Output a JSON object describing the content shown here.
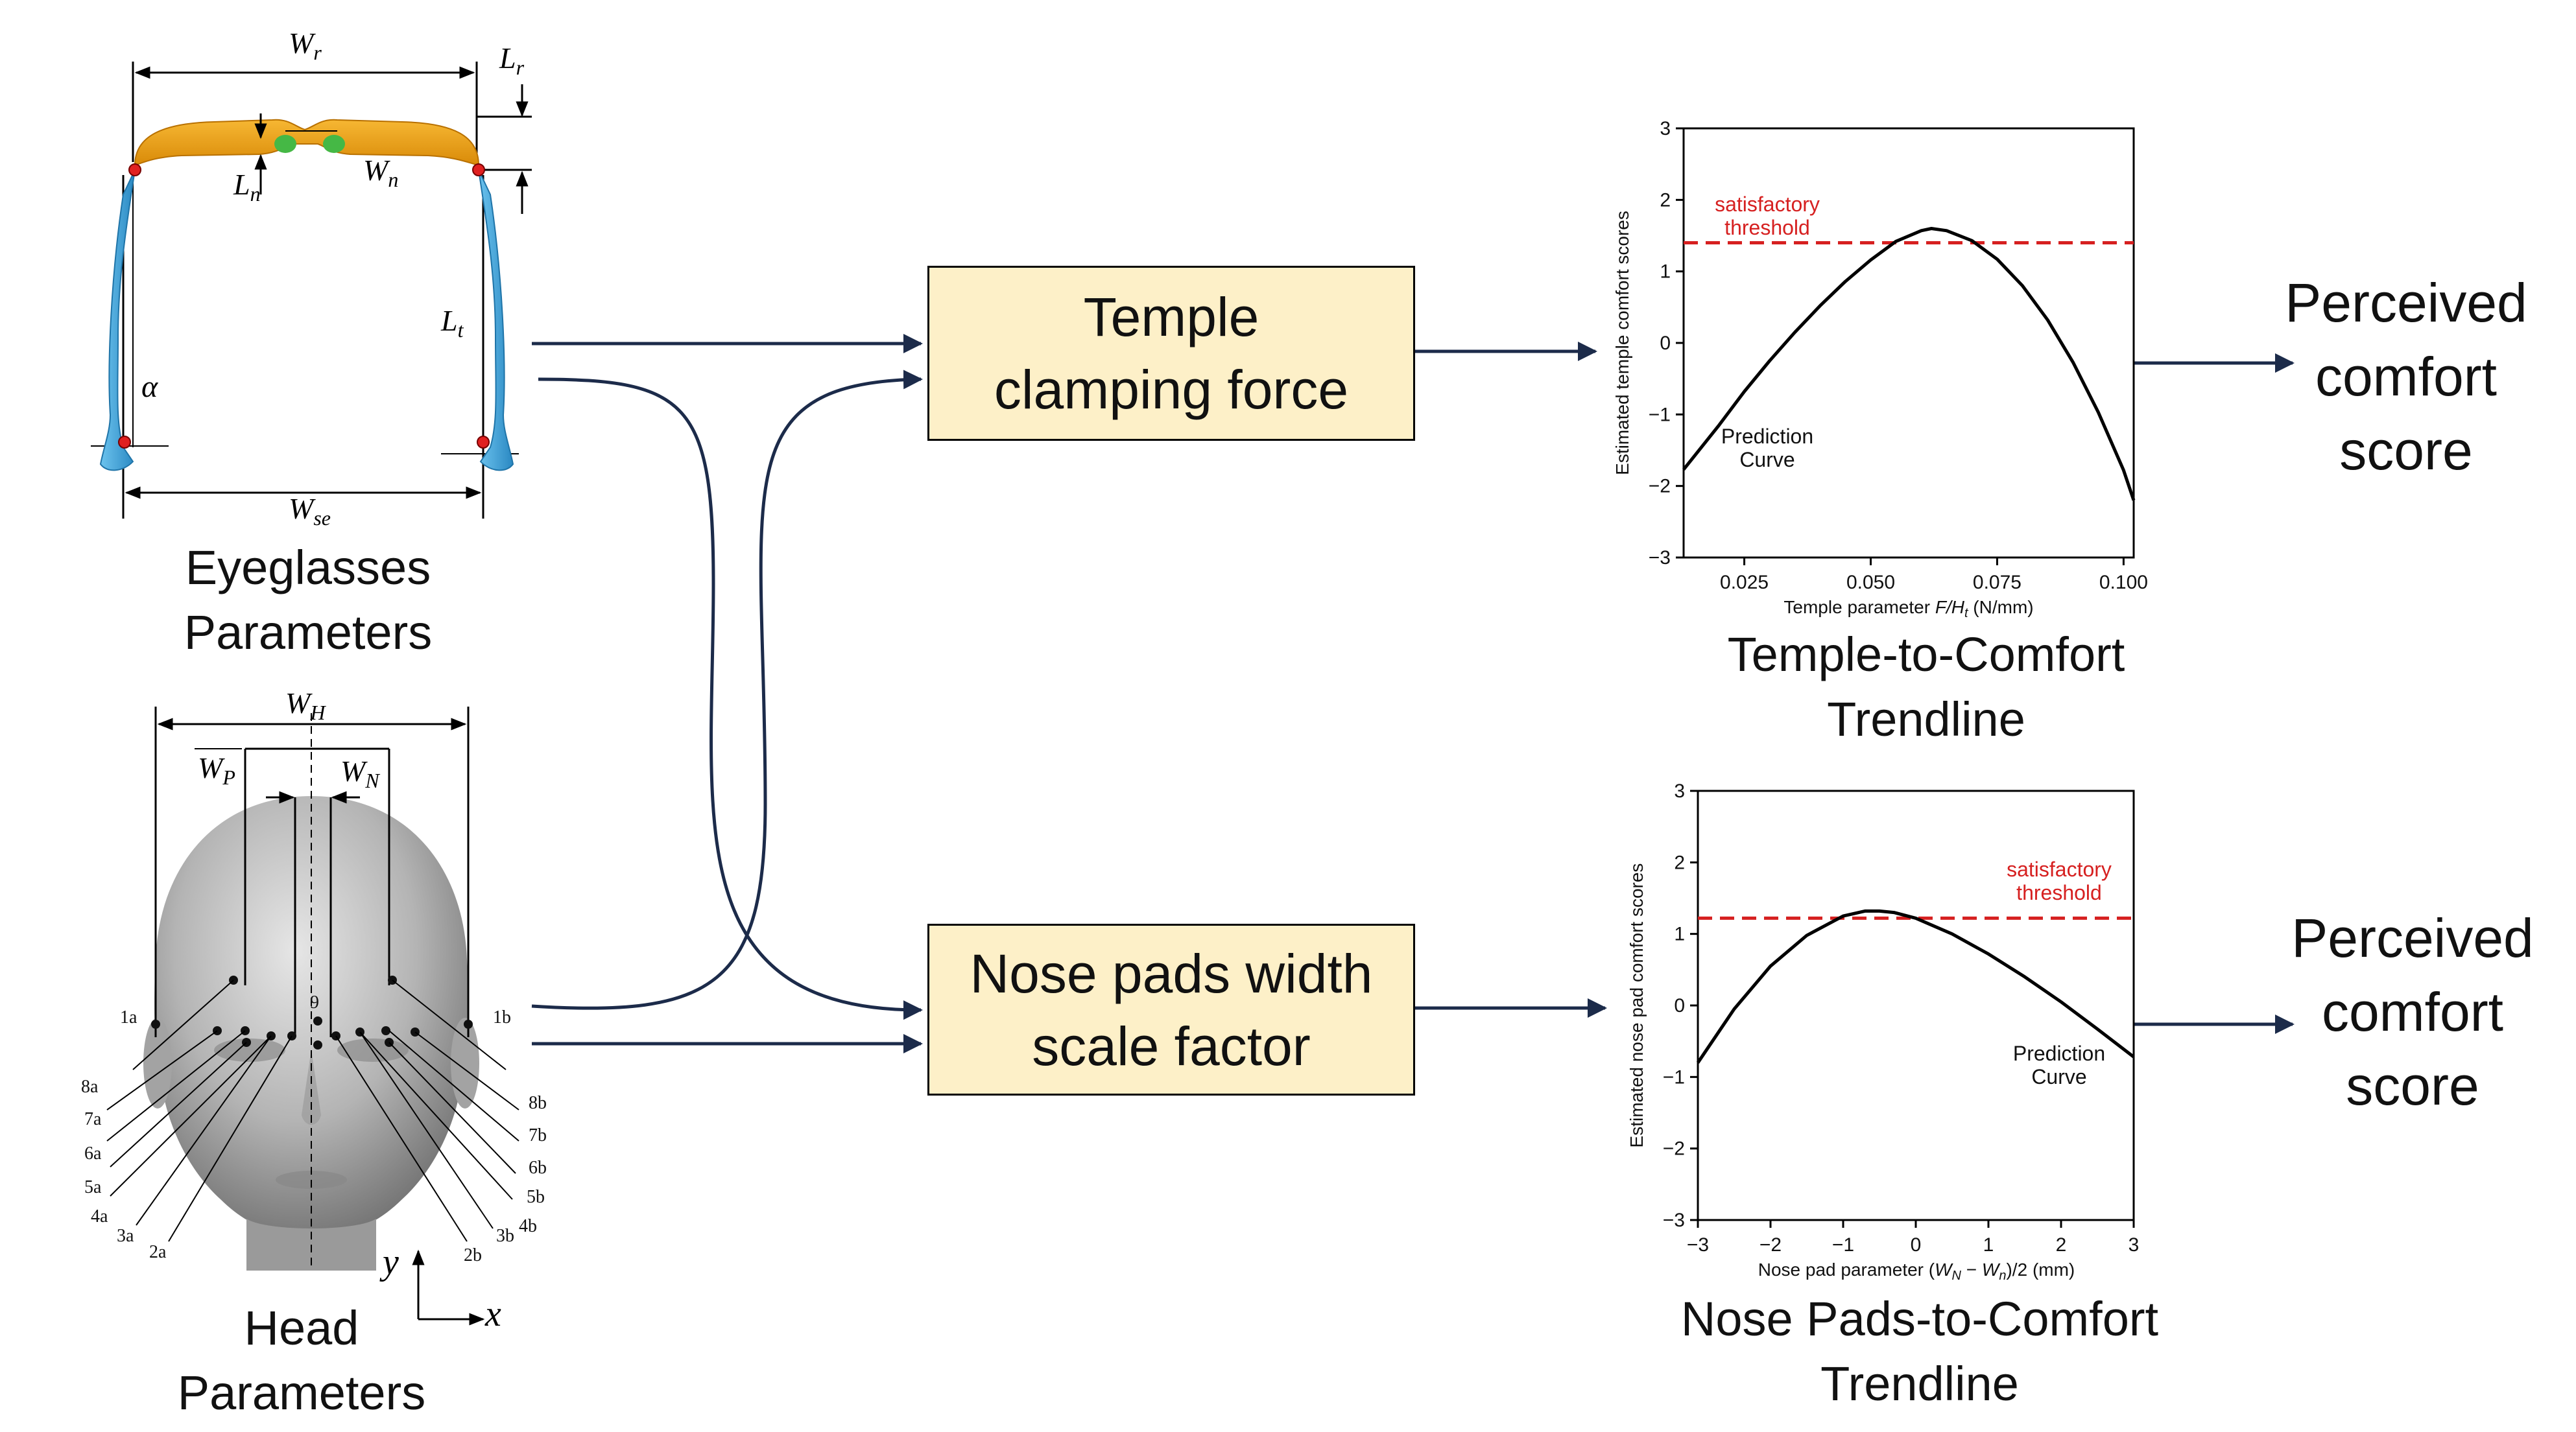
{
  "eyeglasses": {
    "caption_line1": "Eyeglasses",
    "caption_line2": "Parameters",
    "labels": {
      "wr": "W",
      "wr_sub": "r",
      "lr": "L",
      "lr_sub": "r",
      "ln": "L",
      "ln_sub": "n",
      "wn": "W",
      "wn_sub": "n",
      "lt": "L",
      "lt_sub": "t",
      "alpha": "α",
      "wse": "W",
      "wse_sub": "se"
    },
    "colors": {
      "frame": "#f0a012",
      "temple": "#3aa5dc",
      "pad": "#45b845",
      "joint": "#e02020"
    }
  },
  "head": {
    "caption_line1": "Head",
    "caption_line2": "Parameters",
    "labels": {
      "wh": "W",
      "wh_sub": "H",
      "wp": "W",
      "wp_sub": "P",
      "wn": "W",
      "wn_sub": "N",
      "y_axis": "y",
      "x_axis": "x"
    },
    "points_left": [
      "1a",
      "8a",
      "7a",
      "6a",
      "5a",
      "4a",
      "3a",
      "2a"
    ],
    "points_right": [
      "1b",
      "8b",
      "7b",
      "6b",
      "5b",
      "4b",
      "3b",
      "2b"
    ],
    "point_center": "9"
  },
  "boxes": {
    "temple_line1": "Temple",
    "temple_line2": "clamping force",
    "nose_line1": "Nose pads width",
    "nose_line2": "scale factor"
  },
  "outputs": {
    "top_line1": "Perceived",
    "top_line2": "comfort",
    "top_line3": "score",
    "bottom_line1": "Perceived",
    "bottom_line2": "comfort",
    "bottom_line3": "score"
  },
  "captions": {
    "temple_trend_line1": "Temple-to-Comfort",
    "temple_trend_line2": "Trendline",
    "nose_trend_line1": "Nose Pads-to-Comfort",
    "nose_trend_line2": "Trendline"
  },
  "colors": {
    "arrow": "#1c2b4a",
    "threshold": "#d62020",
    "curve": "#000000",
    "box_fill": "#fdf0c8"
  },
  "chart_data": [
    {
      "type": "line",
      "name": "temple",
      "xlabel": "Temple parameter F/H_t (N/mm)",
      "xlabel_prefix": "Temple parameter ",
      "xlabel_math": "F/H",
      "xlabel_math_sub": "t",
      "xlabel_suffix": " (N/mm)",
      "ylabel": "Estimated temple comfort scores",
      "xlim": [
        0.013,
        0.102
      ],
      "ylim": [
        -3,
        3
      ],
      "xticks": [
        0.025,
        0.05,
        0.075,
        0.1
      ],
      "xtick_labels": [
        "0.025",
        "0.050",
        "0.075",
        "0.100"
      ],
      "yticks": [
        -3,
        -2,
        -1,
        0,
        1,
        2,
        3
      ],
      "ytick_labels": [
        "−3",
        "−2",
        "−1",
        "0",
        "1",
        "2",
        "3"
      ],
      "threshold": 1.4,
      "threshold_label_line1": "satisfactory",
      "threshold_label_line2": "threshold",
      "curve_label_line1": "Prediction",
      "curve_label_line2": "Curve",
      "x": [
        0.013,
        0.02,
        0.025,
        0.03,
        0.035,
        0.04,
        0.045,
        0.05,
        0.055,
        0.06,
        0.062,
        0.065,
        0.07,
        0.075,
        0.08,
        0.085,
        0.09,
        0.095,
        0.1,
        0.102
      ],
      "y": [
        -1.77,
        -1.15,
        -0.68,
        -0.25,
        0.15,
        0.52,
        0.86,
        1.16,
        1.42,
        1.57,
        1.6,
        1.57,
        1.43,
        1.17,
        0.8,
        0.32,
        -0.27,
        -0.97,
        -1.78,
        -2.2
      ]
    },
    {
      "type": "line",
      "name": "nose",
      "xlabel": "Nose pad parameter (W_N − W_n)/2 (mm)",
      "xlabel_prefix": "Nose pad parameter (",
      "xlabel_math1": "W",
      "xlabel_math1_sub": "N",
      "xlabel_mid": " − ",
      "xlabel_math2": "W",
      "xlabel_math2_sub": "n",
      "xlabel_suffix": ")/2 (mm)",
      "ylabel": "Estimated nose pad comfort scores",
      "xlim": [
        -3,
        3
      ],
      "ylim": [
        -3,
        3
      ],
      "xticks": [
        -3,
        -2,
        -1,
        0,
        1,
        2,
        3
      ],
      "xtick_labels": [
        "−3",
        "−2",
        "−1",
        "0",
        "1",
        "2",
        "3"
      ],
      "yticks": [
        -3,
        -2,
        -1,
        0,
        1,
        2,
        3
      ],
      "ytick_labels": [
        "−3",
        "−2",
        "−1",
        "0",
        "1",
        "2",
        "3"
      ],
      "threshold": 1.22,
      "threshold_label_line1": "satisfactory",
      "threshold_label_line2": "threshold",
      "curve_label_line1": "Prediction",
      "curve_label_line2": "Curve",
      "x": [
        -3,
        -2.5,
        -2,
        -1.5,
        -1,
        -0.7,
        -0.5,
        -0.3,
        0,
        0.5,
        1,
        1.5,
        2,
        2.5,
        3
      ],
      "y": [
        -0.8,
        -0.05,
        0.55,
        0.98,
        1.25,
        1.32,
        1.32,
        1.3,
        1.22,
        1.0,
        0.72,
        0.4,
        0.05,
        -0.33,
        -0.72
      ]
    }
  ]
}
